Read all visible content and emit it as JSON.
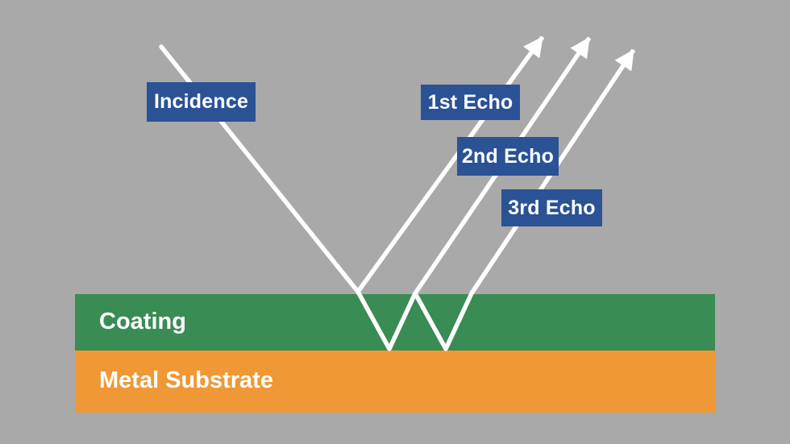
{
  "colors": {
    "background": "#A9A9A9",
    "label_background": "#2A5295",
    "label_text": "#FFFFFF",
    "ray": "#FFFFFF",
    "coating_fill": "#398C54",
    "substrate_fill": "#F09836",
    "layer_text": "#FFFFFF"
  },
  "rays": {
    "incidence_label": "Incidence",
    "echo_1_label": "1st Echo",
    "echo_2_label": "2nd Echo",
    "echo_3_label": "3rd Echo"
  },
  "layers": {
    "coating_label": "Coating",
    "substrate_label": "Metal Substrate"
  },
  "icons": {
    "arrowhead": "arrowhead-icon"
  }
}
